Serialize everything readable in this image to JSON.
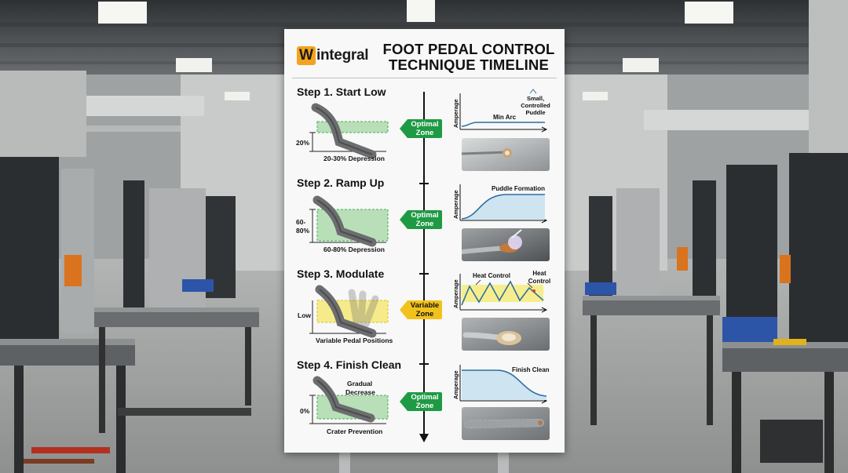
{
  "logo": {
    "letter": "W",
    "rest": "integral"
  },
  "title": {
    "line1": "FOOT PEDAL CONTROL",
    "line2": "TECHNIQUE TIMELINE"
  },
  "colors": {
    "optimal": "#1f9a44",
    "variable": "#f2c21c",
    "logo": "#f2a31f",
    "curve": "#2f6ea3"
  },
  "icons": [
    "wintegral-logo",
    "foot-pedal-icon",
    "timeline-arrow-icon",
    "weld-bead-photo"
  ],
  "steps": [
    {
      "title": "Step 1. Start Low",
      "pedal_level": "20%",
      "caption": "20-30% Depression",
      "zone": {
        "line1": "Optimal",
        "line2": "Zone"
      },
      "chart": {
        "ylabel": "Amperage",
        "label": "Min Arc",
        "note1": "Small,",
        "note2": "Controlled",
        "note3": "Puddle"
      }
    },
    {
      "title": "Step 2. Ramp Up",
      "pedal_level_1": "60-",
      "pedal_level_2": "80%",
      "caption": "60-80% Depression",
      "zone": {
        "line1": "Optimal",
        "line2": "Zone"
      },
      "chart": {
        "ylabel": "Amperage",
        "label": "Puddle Formation"
      }
    },
    {
      "title": "Step 3. Modulate",
      "pedal_level": "Low",
      "caption": "Variable Pedal Positions",
      "zone": {
        "line1": "Variable",
        "line2": "Zone"
      },
      "chart": {
        "ylabel": "Amperage",
        "label1": "Heat Control",
        "label2a": "Heat",
        "label2b": "Control"
      }
    },
    {
      "title": "Step 4. Finish Clean",
      "pedal_level": "0%",
      "caption": "Crater Prevention",
      "note1": "Gradual",
      "note2": "Decrease",
      "zone": {
        "line1": "Optimal",
        "line2": "Zone"
      },
      "chart": {
        "ylabel": "Amperage",
        "label": "Finish Clean"
      }
    }
  ]
}
